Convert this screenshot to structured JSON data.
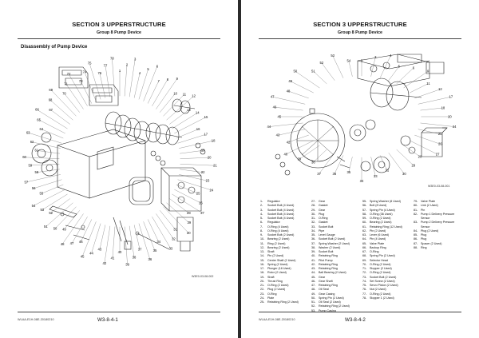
{
  "left_page": {
    "section_title": "SECTION 3 UPPERSTRUCTURE",
    "group_title": "Group 8 Pump Device",
    "subtitle": "Disassembly of Pump Device",
    "figure_ref": "W3E0-03-08-002",
    "footer_code": "WLAA-E1H-08E-20180210",
    "page_number": "W3-8-4-1",
    "callouts": [
      "1",
      "2",
      "3",
      "4",
      "5",
      "6",
      "7",
      "8",
      "9",
      "10",
      "11",
      "12",
      "13",
      "14",
      "15",
      "16",
      "17",
      "18",
      "19",
      "20",
      "21",
      "22",
      "23",
      "24",
      "25",
      "26",
      "27",
      "28",
      "29",
      "30",
      "31",
      "32",
      "33",
      "34",
      "35",
      "36",
      "37",
      "38",
      "39",
      "40",
      "41",
      "42",
      "43",
      "44",
      "45",
      "46",
      "47",
      "48",
      "49",
      "50",
      "51",
      "52",
      "53",
      "54",
      "55",
      "56",
      "57",
      "58",
      "59",
      "60",
      "61",
      "62",
      "63",
      "64",
      "65",
      "66",
      "67",
      "68",
      "69",
      "70",
      "71",
      "72",
      "73",
      "74",
      "75",
      "76",
      "77",
      "78"
    ]
  },
  "right_page": {
    "section_title": "SECTION 3 UPPERSTRUCTURE",
    "group_title": "Group 8 Pump Device",
    "figure_ref": "W3E0-03-08-001",
    "footer_code": "WLAA-E1H-08E-20180210",
    "page_number": "W3-8-4-2",
    "callouts": [
      "1",
      "3",
      "4",
      "5",
      "6",
      "9",
      "11",
      "12",
      "17",
      "18",
      "20",
      "24",
      "25",
      "26",
      "27",
      "28",
      "29",
      "30",
      "31",
      "33",
      "34",
      "35",
      "36",
      "37",
      "38",
      "39",
      "40",
      "42",
      "43",
      "44",
      "45",
      "46",
      "47",
      "48",
      "49",
      "50",
      "51",
      "52",
      "53",
      "54"
    ],
    "parts_columns": [
      [
        {
          "n": "1-",
          "name": "Regulator"
        },
        {
          "n": "2-",
          "name": "Socket Bolt (4 Used)"
        },
        {
          "n": "3-",
          "name": "Socket Bolt (4 Used)"
        },
        {
          "n": "4-",
          "name": "Socket Bolt (4 Used)"
        },
        {
          "n": "5-",
          "name": "Socket Bolt (4 Used)"
        },
        {
          "n": "6-",
          "name": "Regulator"
        },
        {
          "n": "7-",
          "name": "O-Ring (4 Used)"
        },
        {
          "n": "8-",
          "name": "O-Ring (4 Used)"
        },
        {
          "n": "9-",
          "name": "Socket Bolt (2 Used)"
        },
        {
          "n": "10-",
          "name": "Bearing (2 Used)"
        },
        {
          "n": "11-",
          "name": "Ring (2 Used)"
        },
        {
          "n": "12-",
          "name": "Bearing (2 Used)"
        },
        {
          "n": "13-",
          "name": "Shaft"
        },
        {
          "n": "14-",
          "name": "Pin (2 Used)"
        },
        {
          "n": "15-",
          "name": "Center Shaft (2 Used)"
        },
        {
          "n": "16-",
          "name": "Spring (2 Used)"
        },
        {
          "n": "17-",
          "name": "Plunger (18 Used)"
        },
        {
          "n": "18-",
          "name": "Rotor (2 Used)"
        },
        {
          "n": "19-",
          "name": "Shaft"
        },
        {
          "n": "20-",
          "name": "Thrust Ring"
        },
        {
          "n": "21-",
          "name": "O-Ring (2 Used)"
        },
        {
          "n": "22-",
          "name": "Plug (2 Used)"
        },
        {
          "n": "23-",
          "name": "O-Ring"
        },
        {
          "n": "24-",
          "name": "Plate"
        },
        {
          "n": "25-",
          "name": "Retaining Ring (2 Used)"
        }
      ],
      [
        {
          "n": "27-",
          "name": "Gear"
        },
        {
          "n": "28-",
          "name": "Gasket"
        },
        {
          "n": "29-",
          "name": "Gear"
        },
        {
          "n": "30-",
          "name": "Plug"
        },
        {
          "n": "31-",
          "name": "O-Ring"
        },
        {
          "n": "32-",
          "name": "Gasket"
        },
        {
          "n": "33-",
          "name": "Socket Bolt"
        },
        {
          "n": "34-",
          "name": "Pipe"
        },
        {
          "n": "35-",
          "name": "Level Gauge"
        },
        {
          "n": "36-",
          "name": "Socket Bolt (2 Used)"
        },
        {
          "n": "37-",
          "name": "Spring Washer (2 Used)"
        },
        {
          "n": "38-",
          "name": "Washer (2 Used)"
        },
        {
          "n": "39-",
          "name": "Socket Bolt"
        },
        {
          "n": "40-",
          "name": "Retaining Ring"
        },
        {
          "n": "41-",
          "name": "Pilot Pump"
        },
        {
          "n": "42-",
          "name": "Retaining Ring"
        },
        {
          "n": "43-",
          "name": "Retaining Ring"
        },
        {
          "n": "44-",
          "name": "Ball Bearing (2 Used)"
        },
        {
          "n": "45-",
          "name": "Gear"
        },
        {
          "n": "46-",
          "name": "Gear Shaft"
        },
        {
          "n": "47-",
          "name": "Retaining Ring"
        },
        {
          "n": "48-",
          "name": "Oil Seal"
        },
        {
          "n": "49-",
          "name": "Gear Casing"
        },
        {
          "n": "50-",
          "name": "Spring Pin (2 Used)"
        },
        {
          "n": "51-",
          "name": "Oil Seal (2 Used)"
        },
        {
          "n": "52-",
          "name": "Retaining Ring (2 Used)"
        },
        {
          "n": "53-",
          "name": "Pump Casing"
        }
      ],
      [
        {
          "n": "55-",
          "name": "Spring Washer (8 Used)"
        },
        {
          "n": "56-",
          "name": "Bolt (8 Used)"
        },
        {
          "n": "57-",
          "name": "Spring Pin (4 Used)"
        },
        {
          "n": "58-",
          "name": "O-Ring (36 Used)"
        },
        {
          "n": "59-",
          "name": "O-Ring (2 Used)"
        },
        {
          "n": "60-",
          "name": "Bearing (2 Used)"
        },
        {
          "n": "61-",
          "name": "Retaining Ring (12 Used)"
        },
        {
          "n": "62-",
          "name": "Pin (2 Used)"
        },
        {
          "n": "63-",
          "name": "Lever (6 Used)"
        },
        {
          "n": "64-",
          "name": "Pin (4 Used)"
        },
        {
          "n": "65-",
          "name": "Valve Plate"
        },
        {
          "n": "66-",
          "name": "Backup Ring"
        },
        {
          "n": "67-",
          "name": "O-Ring"
        },
        {
          "n": "68-",
          "name": "Spring Pin (2 Used)"
        },
        {
          "n": "69-",
          "name": "Selector Head"
        },
        {
          "n": "70-",
          "name": "O-Ring (2 Used)"
        },
        {
          "n": "71-",
          "name": "Stopper (2 Used)"
        },
        {
          "n": "72-",
          "name": "O-Ring (2 Used)"
        },
        {
          "n": "73-",
          "name": "Socket Bolt (2 Used)"
        },
        {
          "n": "74-",
          "name": "Set Screw (2 Used)"
        },
        {
          "n": "75-",
          "name": "Servo Piston (2 Used)"
        },
        {
          "n": "76-",
          "name": "Nut (2 Used)"
        },
        {
          "n": "77-",
          "name": "O-Ring (2 Used)"
        },
        {
          "n": "78-",
          "name": "Stopper 1 (2 Used)"
        }
      ],
      [
        {
          "n": "79-",
          "name": "Valve Plate"
        },
        {
          "n": "80-",
          "name": "Link (2 Used)"
        },
        {
          "n": "81-",
          "name": "Pin"
        },
        {
          "n": "82-",
          "name": "Pump 1 Delivery Pressure"
        },
        {
          "n": "",
          "name": "Sensor"
        },
        {
          "n": "83-",
          "name": "Pump 2 Delivery Pressure"
        },
        {
          "n": "",
          "name": "Sensor"
        },
        {
          "n": "84-",
          "name": "Plug (2 Used)"
        },
        {
          "n": "85-",
          "name": "Plug"
        },
        {
          "n": "86-",
          "name": "Plug"
        },
        {
          "n": "87-",
          "name": "Spacer (2 Used)"
        },
        {
          "n": "88-",
          "name": "Ring"
        }
      ]
    ]
  }
}
